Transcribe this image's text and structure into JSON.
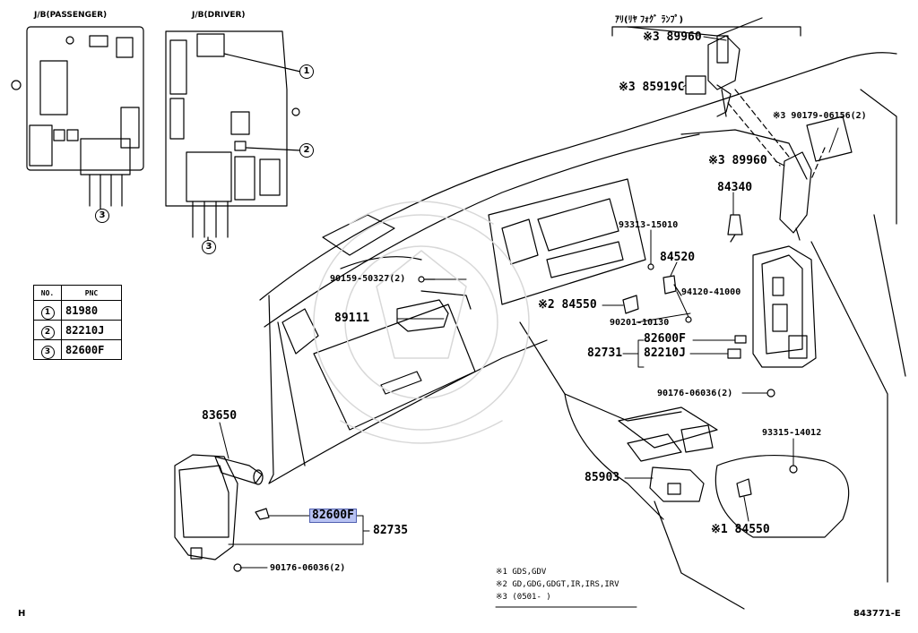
{
  "junction_boxes": {
    "passenger": "J/B(PASSENGER)",
    "driver": "J/B(DRIVER)"
  },
  "callouts": [
    "1",
    "2",
    "3"
  ],
  "pnc_table": {
    "header_no": "NO.",
    "header_pnc": "PNC",
    "rows": [
      {
        "no": "1",
        "pnc": "81980"
      },
      {
        "no": "2",
        "pnc": "82210J"
      },
      {
        "no": "3",
        "pnc": "82600F"
      }
    ]
  },
  "fog_lamp_label": "ｱﾘ(ﾘﾔ ﾌｫｸﾞ ﾗﾝﾌﾟ)",
  "part_numbers": {
    "p89960_top": "※3 89960",
    "p85919c": "※3 85919C",
    "p90179": "※3  90179-06156(2)",
    "p89960_mid": "※3  89960",
    "p84340": "84340",
    "p93313": "93313-15010",
    "p84520": "84520",
    "p90159": "90159-50327(2)",
    "p94120": "94120-41000",
    "p84550_2": "※2 84550",
    "p89111": "89111",
    "p90201": "90201-10130",
    "p82600f_r": "82600F",
    "p82731": "82731",
    "p82210j": "82210J",
    "p90176_r": "90176-06036(2)",
    "p83650": "83650",
    "p93315": "93315-14012",
    "p85903": "85903",
    "p82600f_hl": "82600F",
    "p82735": "82735",
    "p84550_1": "※1 84550",
    "p90176_b": "90176-06036(2)"
  },
  "notes": [
    "※1  GDS,GDV",
    "※2  GD,GDG,GDGT,IR,IRS,IRV",
    "※3  (0501-      )"
  ],
  "corner_left": "H",
  "corner_right": "843771-E",
  "colors": {
    "highlight": "#b8c2f2",
    "ink": "#000000"
  }
}
